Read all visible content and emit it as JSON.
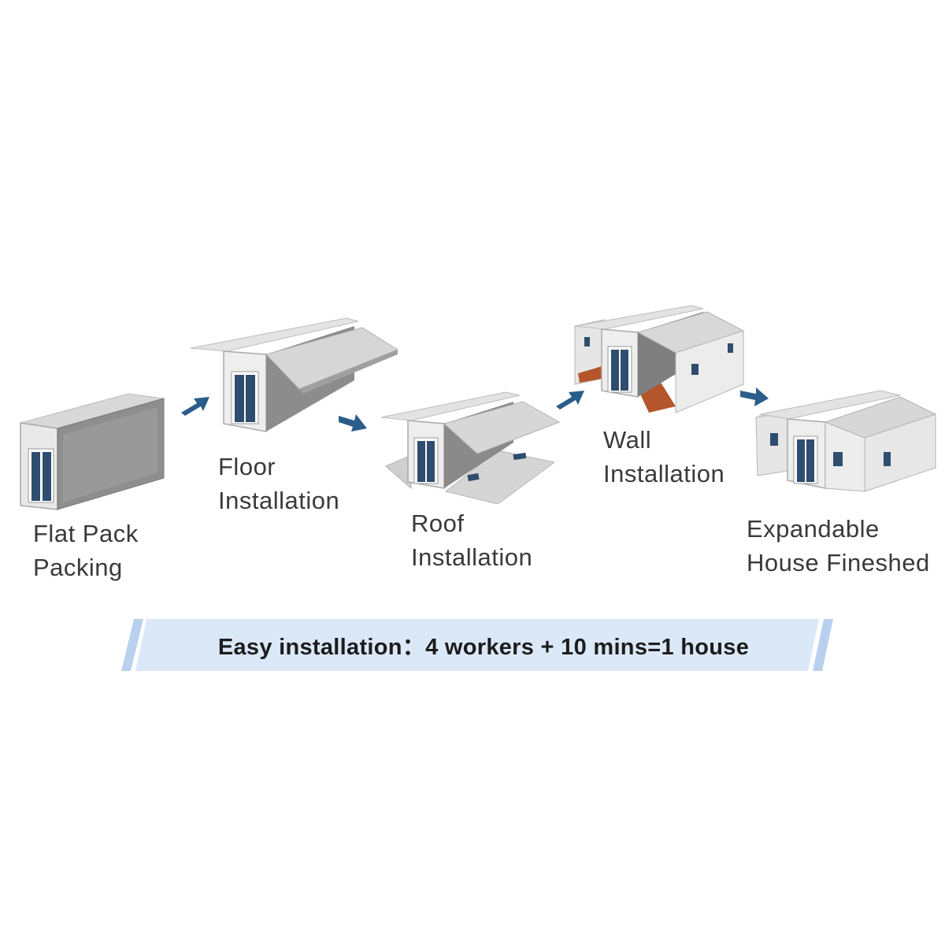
{
  "steps": [
    {
      "line1": "Flat Pack",
      "line2": "Packing"
    },
    {
      "line1": "Floor",
      "line2": "Installation"
    },
    {
      "line1": "Roof",
      "line2": "Installation"
    },
    {
      "line1": "Wall",
      "line2": "Installation"
    },
    {
      "line1": "Expandable",
      "line2": "House Fineshed"
    }
  ],
  "banner": {
    "text": "Easy installation：4 workers + 10 mins=1 house"
  },
  "colors": {
    "arrow": "#2a5d8a",
    "banner_fill": "#d9e7f7",
    "banner_stripe": "#a9c6ea",
    "glass": "#2f4d6e",
    "floor": "#b4552c"
  },
  "icons": [
    "container-icon",
    "floor-installation-icon",
    "roof-installation-icon",
    "wall-installation-icon",
    "expandable-house-icon",
    "arrow-icon"
  ]
}
